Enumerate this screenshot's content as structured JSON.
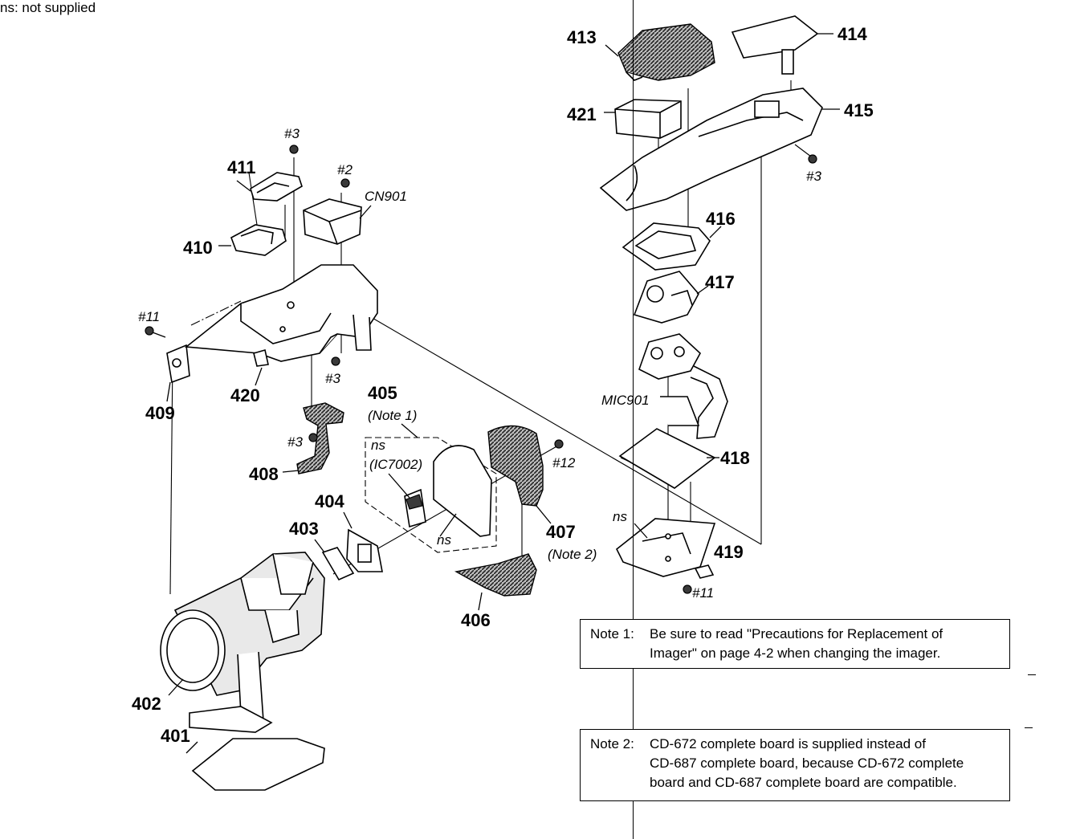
{
  "header": {
    "legend": "ns: not supplied"
  },
  "labels": {
    "p401": "401",
    "p402": "402",
    "p403": "403",
    "p404": "404",
    "p405": "405",
    "p406": "406",
    "p407": "407",
    "p408": "408",
    "p409": "409",
    "p410": "410",
    "p411": "411",
    "p413": "413",
    "p414": "414",
    "p415": "415",
    "p416": "416",
    "p417": "417",
    "p418": "418",
    "p419": "419",
    "p420": "420",
    "p421": "421"
  },
  "sublabels": {
    "s3a": "#3",
    "s2": "#2",
    "cn901": "CN901",
    "s11a": "#11",
    "s3b": "#3",
    "note1ref": "(Note 1)",
    "ns1": "ns",
    "ic7002": "(IC7002)",
    "s3c": "#3",
    "ns2": "ns",
    "s12": "#12",
    "note2ref": "(Note 2)",
    "s3d": "#3",
    "mic901": "MIC901",
    "ns3": "ns",
    "s11b": "#11"
  },
  "notes": {
    "note1": {
      "head": "Note 1:",
      "lines": [
        "Be sure to read \"Precautions for Replacement of",
        "Imager\" on page 4-2 when changing the imager."
      ]
    },
    "note2": {
      "head": "Note 2:",
      "lines": [
        "CD-672 complete board is supplied instead of",
        "CD-687 complete board, because CD-672 complete",
        "board and CD-687 complete board are compatible."
      ]
    }
  }
}
